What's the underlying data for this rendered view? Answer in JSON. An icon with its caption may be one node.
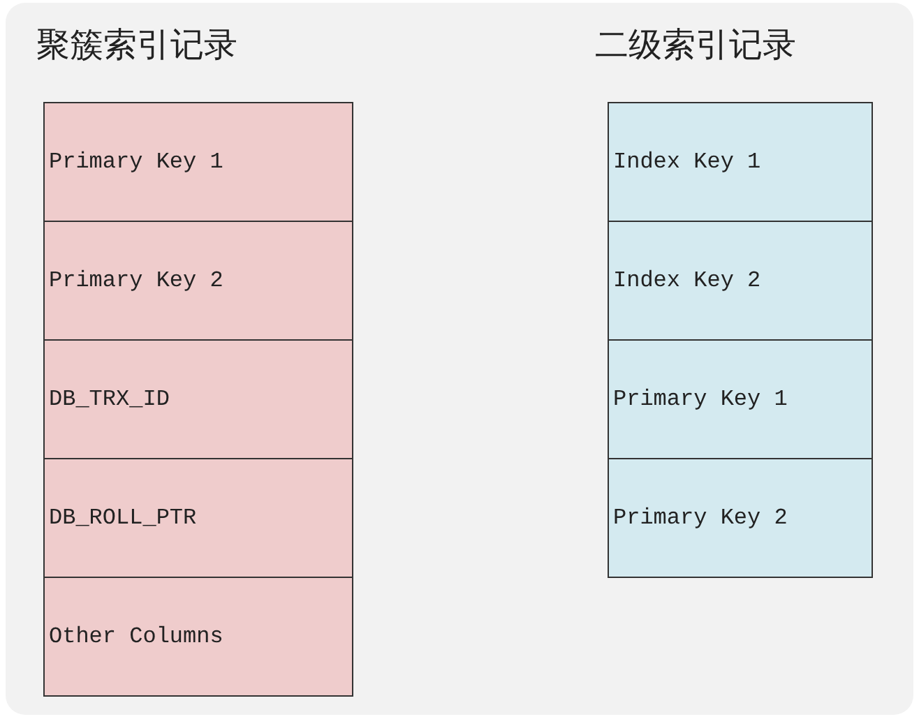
{
  "diagram": {
    "nodes": [
      {
        "text": [
          "聚簇索引记录"
        ]
      },
      {
        "text": [
          "Primary Key 1"
        ],
        "in": 0
      },
      {
        "text": [
          "Primary Key 2"
        ],
        "in": 0
      },
      {
        "text": [
          "DB_TRX_ID"
        ],
        "in": 0
      },
      {
        "text": [
          "DB_ROLL_PTR"
        ],
        "in": 0
      },
      {
        "text": [
          "Other Columns"
        ],
        "in": 0
      },
      {
        "text": [
          "二级索引记录"
        ]
      },
      {
        "text": [
          "Index Key 1"
        ],
        "in": 6
      },
      {
        "text": [
          "Index Key 2"
        ],
        "in": 6
      },
      {
        "text": [
          "Primary Key 1"
        ],
        "in": 6
      },
      {
        "text": [
          "Primary Key 2"
        ],
        "in": 6
      }
    ]
  }
}
